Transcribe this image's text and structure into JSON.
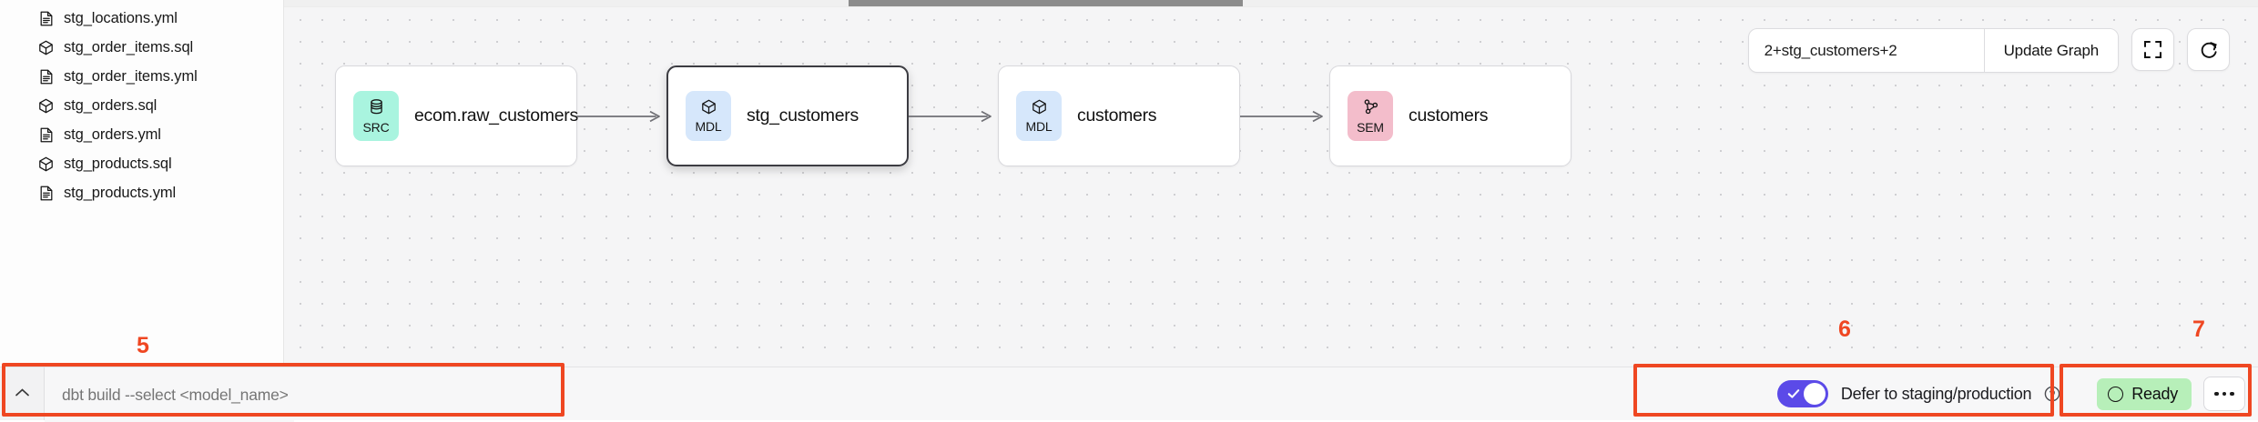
{
  "sidebar": {
    "files": [
      {
        "name": "stg_locations.yml",
        "icon": "file-yml-icon",
        "type": "yml"
      },
      {
        "name": "stg_order_items.sql",
        "icon": "cube-sql-icon",
        "type": "sql"
      },
      {
        "name": "stg_order_items.yml",
        "icon": "file-yml-icon",
        "type": "yml"
      },
      {
        "name": "stg_orders.sql",
        "icon": "cube-sql-icon",
        "type": "sql"
      },
      {
        "name": "stg_orders.yml",
        "icon": "file-yml-icon",
        "type": "yml"
      },
      {
        "name": "stg_products.sql",
        "icon": "cube-sql-icon",
        "type": "sql"
      },
      {
        "name": "stg_products.yml",
        "icon": "file-yml-icon",
        "type": "yml"
      }
    ]
  },
  "graph": {
    "toolbar": {
      "selector_value": "2+stg_customers+2",
      "selector_placeholder": "2+stg_customers+2",
      "update_label": "Update Graph",
      "fullscreen_icon": "fullscreen-icon",
      "refresh_icon": "refresh-icon"
    },
    "nodes": [
      {
        "badge": "SRC",
        "badge_icon": "database-icon",
        "title": "ecom.raw_customers",
        "badge_color": "#a9f4df",
        "selected": false
      },
      {
        "badge": "MDL",
        "badge_icon": "cube-icon",
        "title": "stg_customers",
        "badge_color": "#d6e7fb",
        "selected": true
      },
      {
        "badge": "MDL",
        "badge_icon": "cube-icon",
        "title": "customers",
        "badge_color": "#d6e7fb",
        "selected": false
      },
      {
        "badge": "SEM",
        "badge_icon": "network-icon",
        "title": "customers",
        "badge_color": "#f3bdcb",
        "selected": false
      }
    ]
  },
  "bottom_bar": {
    "collapse_icon": "chevron-up-icon",
    "command_placeholder": "dbt build --select <model_name>",
    "defer_label": "Defer to staging/production",
    "defer_help_icon": "help-circle-icon",
    "defer_enabled": true,
    "status_label": "Ready",
    "status_icon": "circle-icon",
    "more_icon": "more-horizontal-icon"
  },
  "annotations": {
    "n5": "5",
    "n6": "6",
    "n7": "7",
    "color": "#ef4722"
  }
}
